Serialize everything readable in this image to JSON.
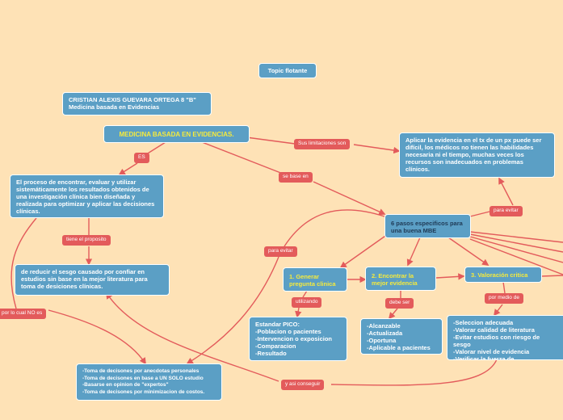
{
  "colors": {
    "background": "#fee2b6",
    "node": "#5b9fc5",
    "connector": "#e35b5b",
    "highlight_text": "#f6ea3c"
  },
  "nodes": {
    "floating": "Topic flotante",
    "author": "CRISTIAN ALEXIS GUEVARA ORTEGA 8 \"B\"\nMedicina basada en Evidencias",
    "main": "MEDICINA BASADA EN EVIDENCIAS.",
    "definition": "El proceso de encontrar, evaluar y utilizar sistemáticamente los resultados obtenidos de una investigación clínica bien diseñada y realizada para optimizar y aplicar las decisiones clínicas.",
    "purpose": "de reducir el sesgo causado por confiar en estudios sin base en la mejor literatura para toma de desiciones clínicas.",
    "limitations": "Aplicar la evidencia en el tx de un px puede ser difícil, los médicos no tienen las habilidades necesaria ni el tiempo,  muchas veces los recursos son inadecuados en problemas clínicos.",
    "steps": "6 pasos especificos para una buena MBE",
    "step1": "1. Generar pregunta clinica",
    "step2": "2. Encontrar la mejor evidencia",
    "step3": "3. Valoración critica",
    "pico": "Estandar PICO:\n-Poblacion o pacientes\n-Intervencion o exposicion\n-Comparacion\n-Resultado",
    "evidence": "-Alcanzable\n-Actualizada\n-Oportuna\n-Aplicable a pacientes",
    "critical": "-Seleccion adecuada\n-Valorar calidad de literatura\n-Evitar estudios con riesgo de sesgo\n-Valorar nivel de evidencia\n-Verificar la fuerza de recomendacion",
    "not": "-Toma de decisones por anecdotas personales\n-Toma de decisones en base a UN SOLO estudio\n-Basarse en opinion de \"expertos\"\n-Toma de decisones por minimizacion de costos."
  },
  "labels": {
    "es": "ES",
    "sus_limitaciones": "Sus limitaciones son",
    "se_basa_en": "se base en",
    "tiene_proposito": "tiene el proposito",
    "para_evitar_1": "para evitar",
    "para_evitar_2": "para evitar",
    "por_lo_cual": "por lo cual NO es",
    "utilizando": "utilizando",
    "debe_ser": "debe ser",
    "por_medio_de": "por medio de",
    "y_asi": "y asi conseguir"
  }
}
